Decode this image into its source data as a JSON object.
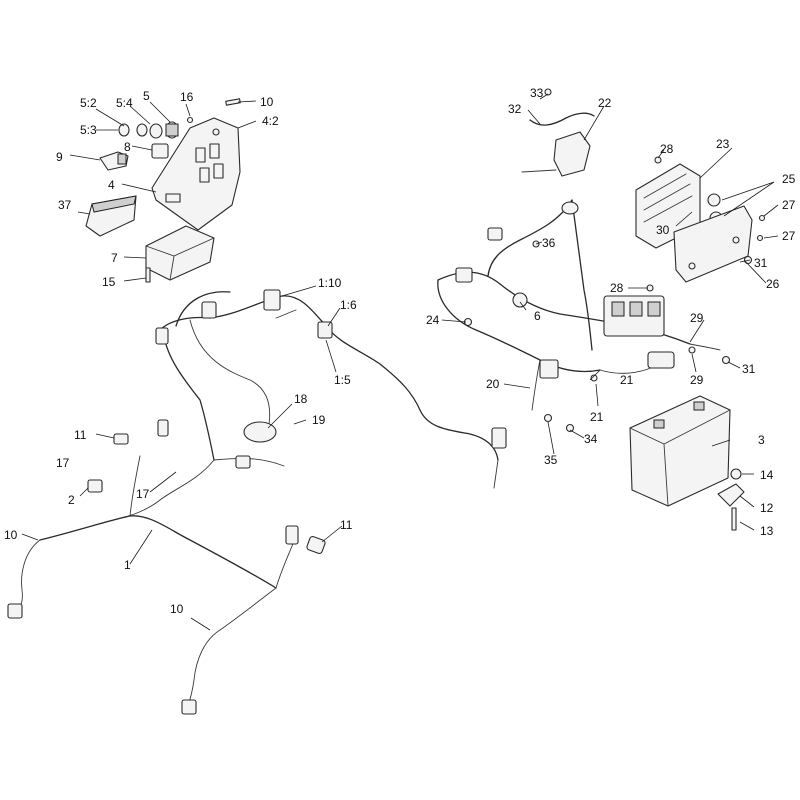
{
  "callouts": [
    {
      "id": "c1",
      "text": "1"
    },
    {
      "id": "c2",
      "text": "2"
    },
    {
      "id": "c3",
      "text": "3"
    },
    {
      "id": "c4",
      "text": "4"
    },
    {
      "id": "c4_2",
      "text": "4:2"
    },
    {
      "id": "c5",
      "text": "5"
    },
    {
      "id": "c5_2",
      "text": "5:2"
    },
    {
      "id": "c5_3",
      "text": "5:3"
    },
    {
      "id": "c5_4",
      "text": "5:4"
    },
    {
      "id": "c6",
      "text": "6"
    },
    {
      "id": "c7",
      "text": "7"
    },
    {
      "id": "c8",
      "text": "8"
    },
    {
      "id": "c9",
      "text": "9"
    },
    {
      "id": "c10a",
      "text": "10"
    },
    {
      "id": "c10b",
      "text": "10"
    },
    {
      "id": "c10c",
      "text": "10"
    },
    {
      "id": "c11a",
      "text": "11"
    },
    {
      "id": "c11b",
      "text": "11"
    },
    {
      "id": "c12",
      "text": "12"
    },
    {
      "id": "c13",
      "text": "13"
    },
    {
      "id": "c14",
      "text": "14"
    },
    {
      "id": "c15",
      "text": "15"
    },
    {
      "id": "c16",
      "text": "16"
    },
    {
      "id": "c17a",
      "text": "17"
    },
    {
      "id": "c17b",
      "text": "17"
    },
    {
      "id": "c18",
      "text": "18"
    },
    {
      "id": "c19",
      "text": "19"
    },
    {
      "id": "c20",
      "text": "20"
    },
    {
      "id": "c21a",
      "text": "21"
    },
    {
      "id": "c21b",
      "text": "21"
    },
    {
      "id": "c22",
      "text": "22"
    },
    {
      "id": "c23",
      "text": "23"
    },
    {
      "id": "c24",
      "text": "24"
    },
    {
      "id": "c25",
      "text": "25"
    },
    {
      "id": "c26",
      "text": "26"
    },
    {
      "id": "c27a",
      "text": "27"
    },
    {
      "id": "c27b",
      "text": "27"
    },
    {
      "id": "c28a",
      "text": "28"
    },
    {
      "id": "c28b",
      "text": "28"
    },
    {
      "id": "c29a",
      "text": "29"
    },
    {
      "id": "c29b",
      "text": "29"
    },
    {
      "id": "c30",
      "text": "30"
    },
    {
      "id": "c31a",
      "text": "31"
    },
    {
      "id": "c31b",
      "text": "31"
    },
    {
      "id": "c32",
      "text": "32"
    },
    {
      "id": "c33",
      "text": "33"
    },
    {
      "id": "c34",
      "text": "34"
    },
    {
      "id": "c35",
      "text": "35"
    },
    {
      "id": "c36",
      "text": "36"
    },
    {
      "id": "c37",
      "text": "37"
    },
    {
      "id": "c1_10",
      "text": "1:10"
    },
    {
      "id": "c1_6",
      "text": "1:6"
    },
    {
      "id": "c1_5",
      "text": "1:5"
    }
  ],
  "colors": {
    "line": "#2b2b2b",
    "background": "#ffffff"
  }
}
